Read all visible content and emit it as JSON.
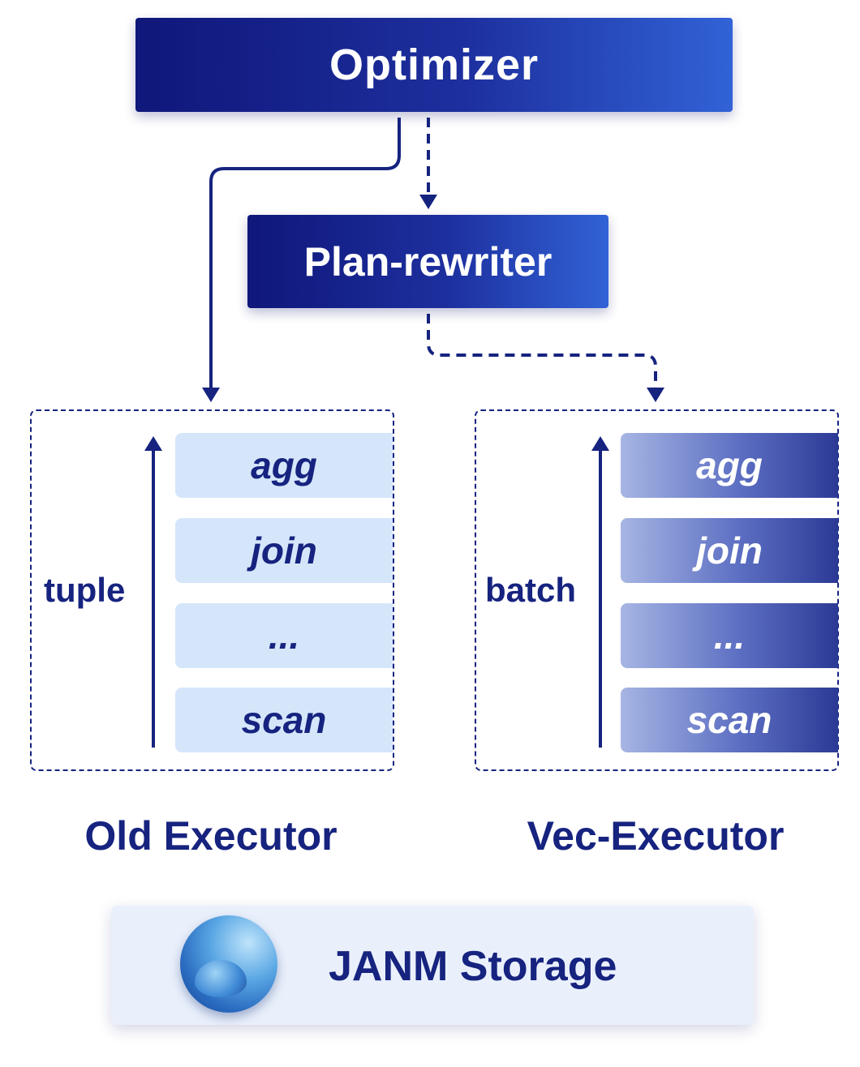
{
  "optimizer": {
    "label": "Optimizer"
  },
  "plan_rewriter": {
    "label": "Plan-rewriter"
  },
  "old_executor": {
    "title": "Old Executor",
    "flow_label": "tuple",
    "operators": [
      "agg",
      "join",
      "...",
      "scan"
    ]
  },
  "vec_executor": {
    "title": "Vec-Executor",
    "flow_label": "batch",
    "operators": [
      "agg",
      "join",
      "...",
      "scan"
    ]
  },
  "storage": {
    "label": "JANM Storage",
    "logo_icon": "storage-logo-icon"
  },
  "colors": {
    "primary": "#16237f",
    "box_gradient_start": "#0f177a",
    "box_gradient_end": "#3162d6",
    "old_operator_fill": "#d5e6fb",
    "storage_fill": "#e9f0fb"
  }
}
